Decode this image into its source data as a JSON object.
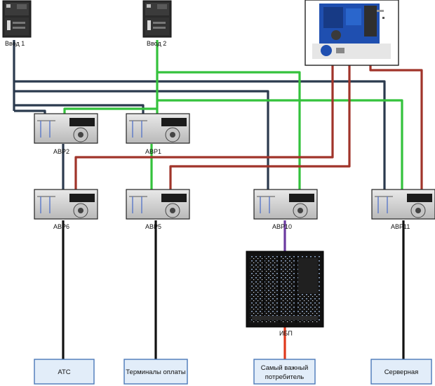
{
  "colors": {
    "input1": "#2b3a4e",
    "input2": "#34c23c",
    "generator": "#a0342a",
    "ups_feed": "#6b3aa0",
    "ups_out": "#e0381c",
    "load": "#111111",
    "box_border": "#4a78b8",
    "box_fill": "#e2edf9"
  },
  "inputs": {
    "input1": "Ввод 1",
    "input2": "Ввод 2"
  },
  "switches": {
    "avr2": "АВР2",
    "avr1": "АВР1",
    "avr6": "АВР6",
    "avr5": "АВР5",
    "avr10": "АВР10",
    "avr11": "АВР11"
  },
  "ups": {
    "label": "ИБП"
  },
  "loads": {
    "ats": "АТС",
    "terminals": "Терминалы оплаты",
    "important_line1": "Самый важный",
    "important_line2": "потребитель",
    "server": "Серверная"
  }
}
